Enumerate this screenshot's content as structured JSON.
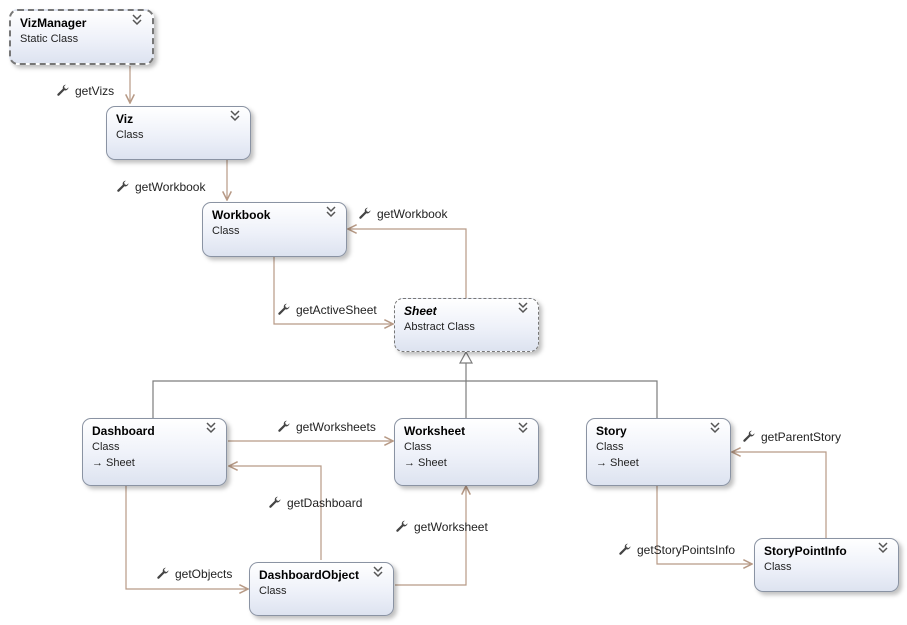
{
  "classes": {
    "vizmanager": {
      "name": "VizManager",
      "kind": "Static Class"
    },
    "viz": {
      "name": "Viz",
      "kind": "Class"
    },
    "workbook": {
      "name": "Workbook",
      "kind": "Class"
    },
    "sheet": {
      "name": "Sheet",
      "kind": "Abstract Class"
    },
    "dashboard": {
      "name": "Dashboard",
      "kind": "Class",
      "inherits": "→ Sheet"
    },
    "worksheet": {
      "name": "Worksheet",
      "kind": "Class",
      "inherits": "→ Sheet"
    },
    "story": {
      "name": "Story",
      "kind": "Class",
      "inherits": "→ Sheet"
    },
    "dashboardobject": {
      "name": "DashboardObject",
      "kind": "Class"
    },
    "storypointinfo": {
      "name": "StoryPointInfo",
      "kind": "Class"
    }
  },
  "relations": {
    "getVizs": "getVizs",
    "getWorkbook_viz": "getWorkbook",
    "getWorkbook_sheet": "getWorkbook",
    "getActiveSheet": "getActiveSheet",
    "getWorksheets": "getWorksheets",
    "getDashboard": "getDashboard",
    "getWorksheet": "getWorksheet",
    "getObjects": "getObjects",
    "getParentStory": "getParentStory",
    "getStoryPointsInfo": "getStoryPointsInfo"
  },
  "icons": {
    "collapse": "chevron-double-down-icon",
    "property": "wrench-icon"
  },
  "colors": {
    "association_line": "#b79a86",
    "inheritance_line": "#7d7d7d"
  }
}
